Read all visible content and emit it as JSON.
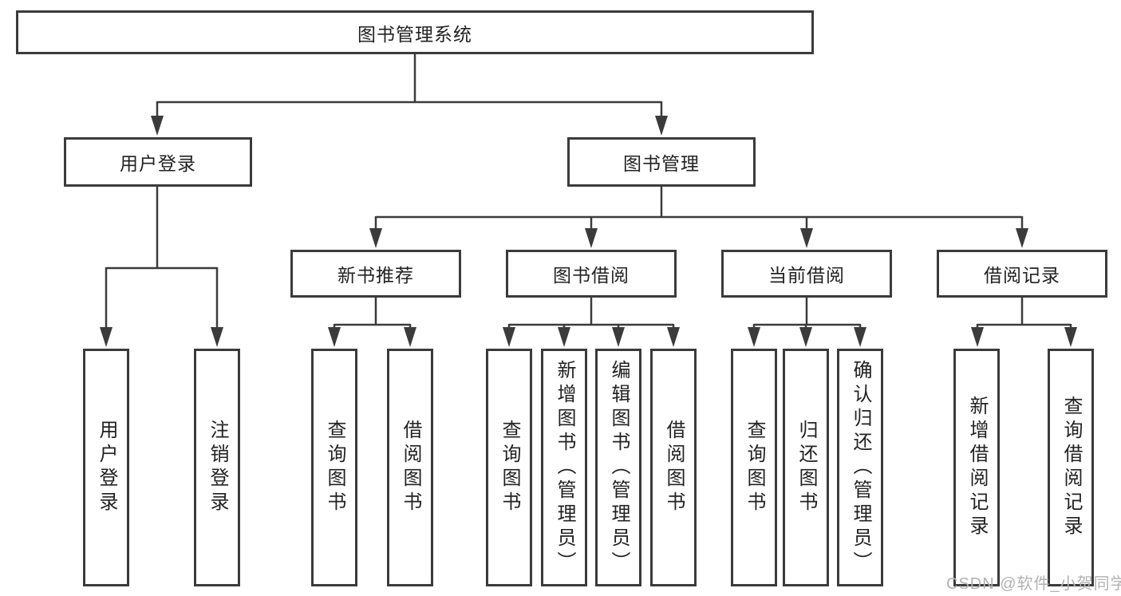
{
  "colors": {
    "line": "#3b3b3b",
    "box_border": "#3b3b3b",
    "text": "#222222",
    "background": "#ffffff",
    "watermark": "#b2b2b2"
  },
  "watermark": {
    "text": "CSDN @软件_小贺同学"
  },
  "tree": {
    "root": {
      "label": "图书管理系统"
    },
    "branches": [
      {
        "label": "用户登录",
        "leaves": [
          {
            "label": "用户登录"
          },
          {
            "label": "注销登录"
          }
        ]
      },
      {
        "label": "图书管理",
        "groups": [
          {
            "label": "新书推荐",
            "leaves": [
              {
                "label": "查询图书"
              },
              {
                "label": "借阅图书"
              }
            ]
          },
          {
            "label": "图书借阅",
            "leaves": [
              {
                "label": "查询图书"
              },
              {
                "label": "新增图书（管理员）"
              },
              {
                "label": "编辑图书（管理员）"
              },
              {
                "label": "借阅图书"
              }
            ]
          },
          {
            "label": "当前借阅",
            "leaves": [
              {
                "label": "查询图书"
              },
              {
                "label": "归还图书"
              },
              {
                "label": "确认归还（管理员）"
              }
            ]
          },
          {
            "label": "借阅记录",
            "leaves": [
              {
                "label": "新增借阅记录"
              },
              {
                "label": "查询借阅记录"
              }
            ]
          }
        ]
      }
    ]
  }
}
